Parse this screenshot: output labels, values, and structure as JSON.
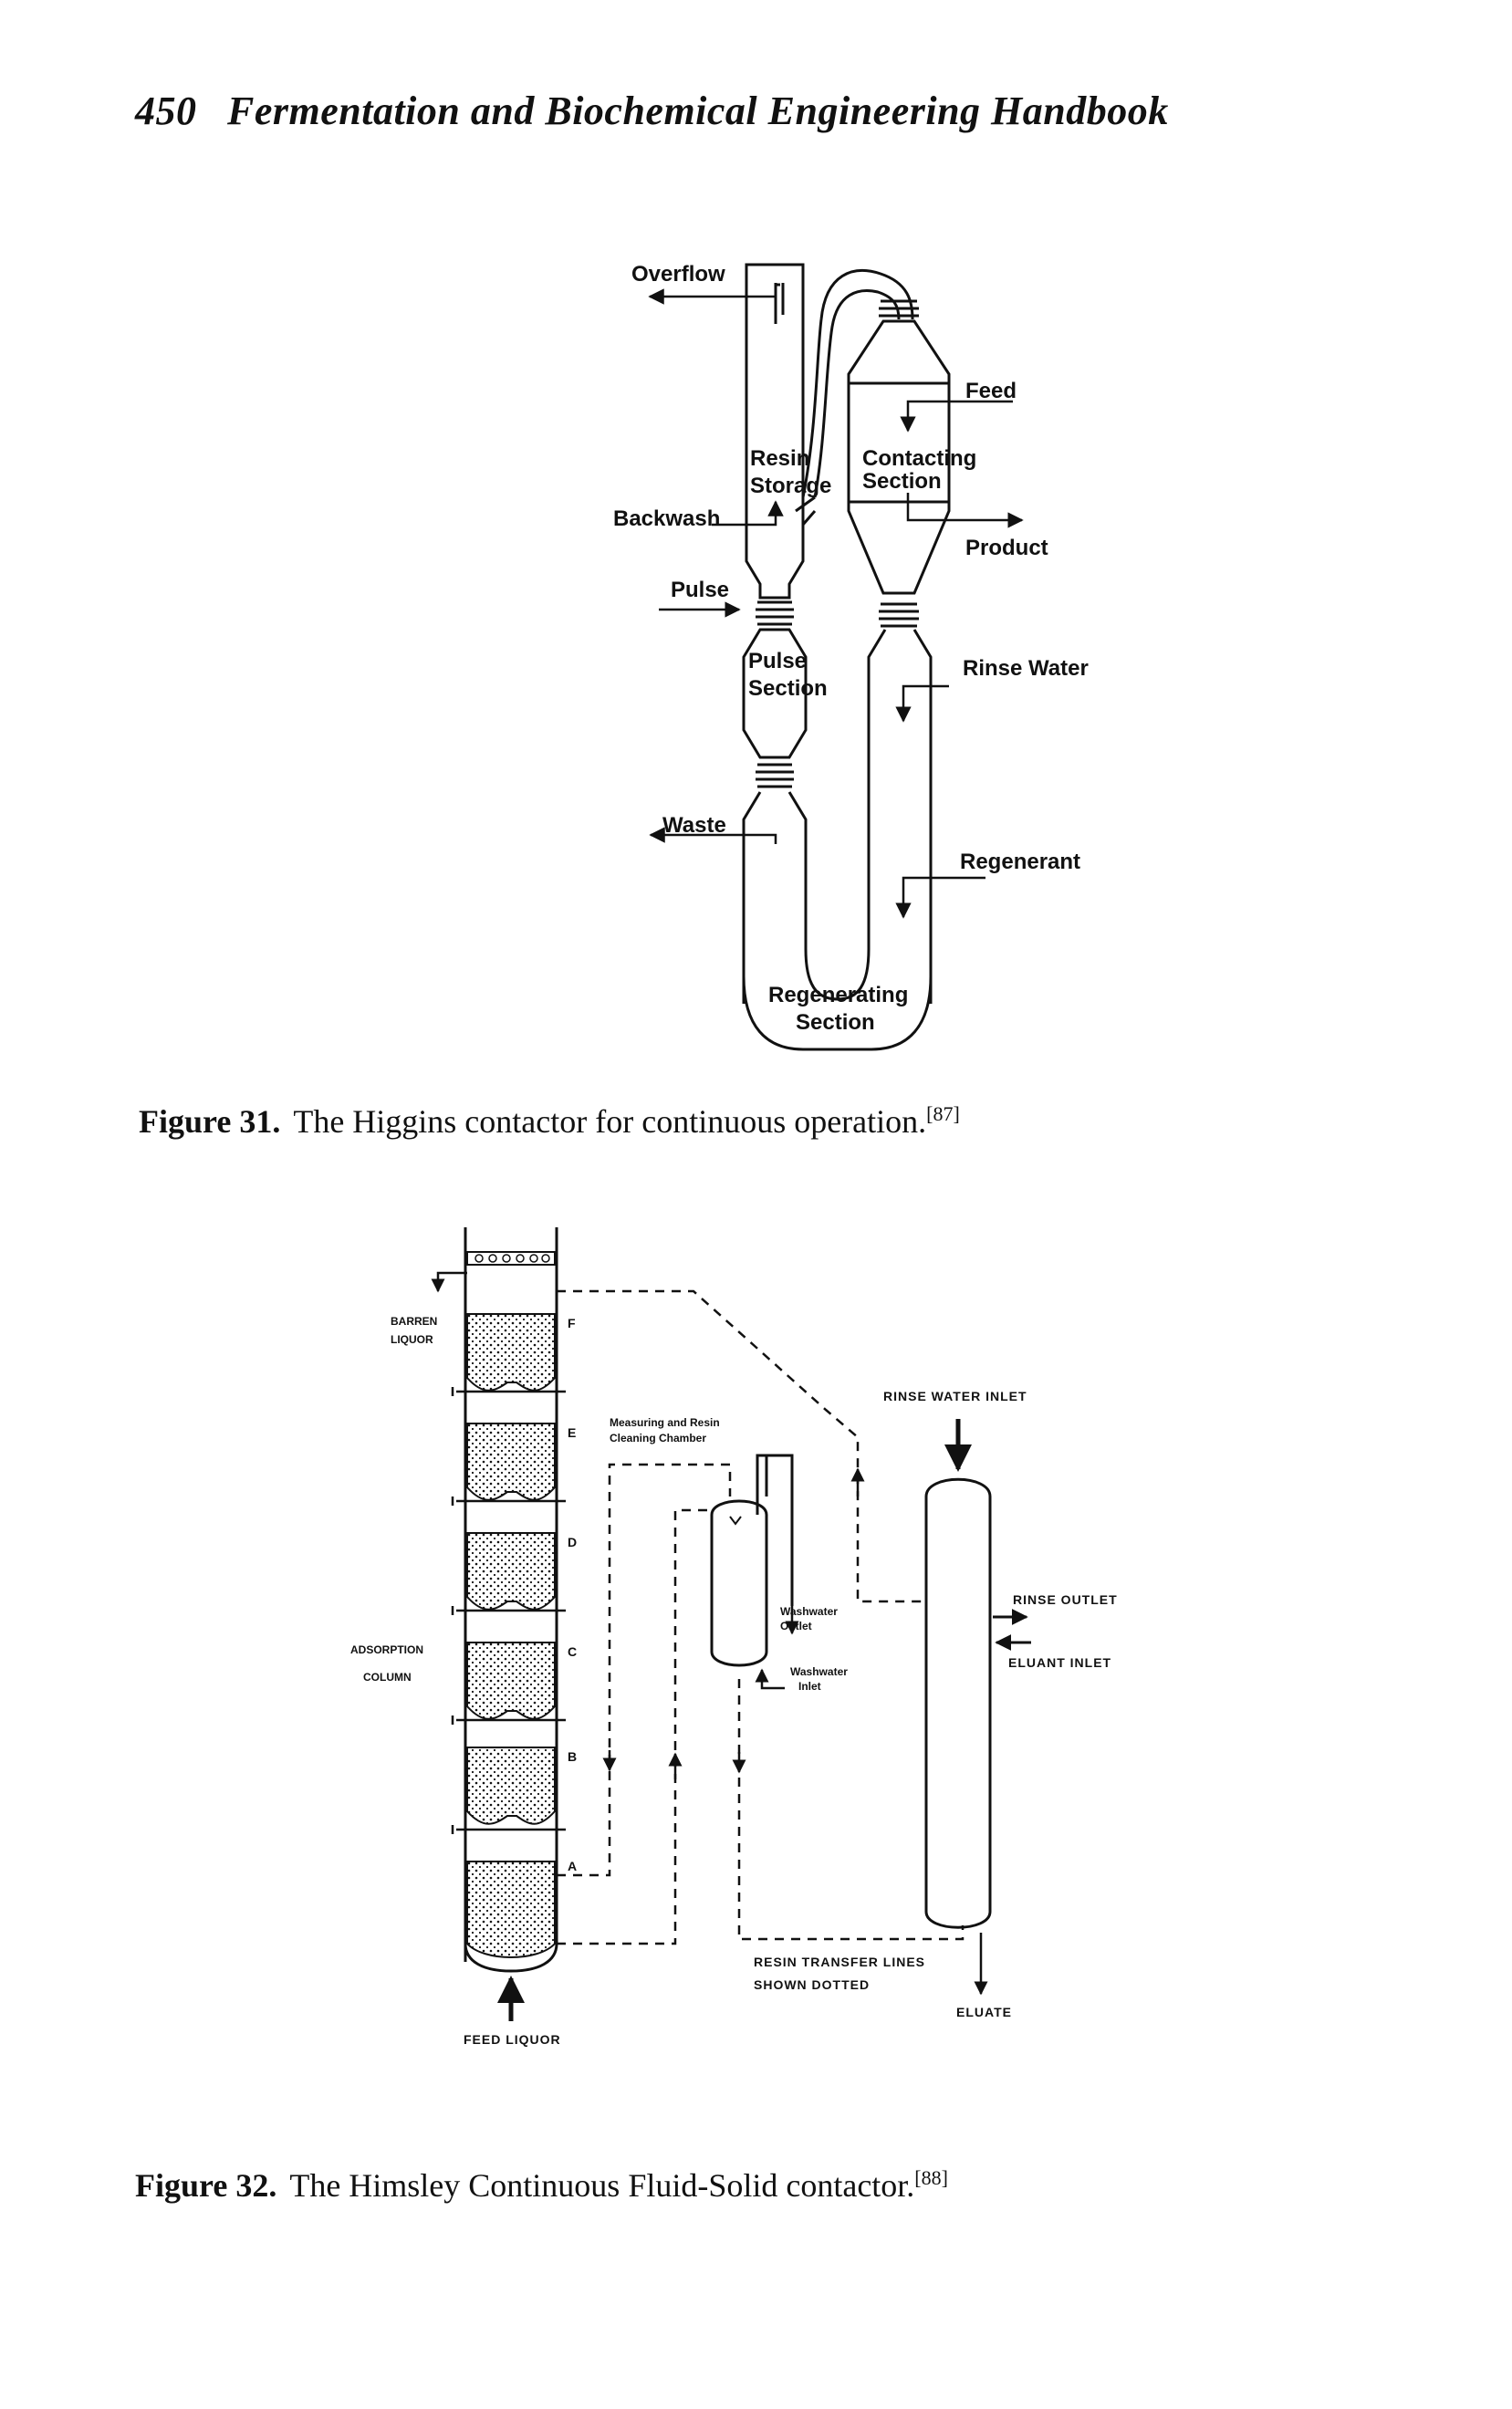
{
  "header": {
    "page_number": "450",
    "title": "Fermentation and Biochemical Engineering Handbook"
  },
  "figure31": {
    "caption_label": "Figure 31.",
    "caption_text": "The Higgins contactor for continuous operation.",
    "caption_ref": "[87]",
    "labels": {
      "overflow": "Overflow",
      "feed": "Feed",
      "resin": "Resin",
      "storage": "Storage",
      "contacting": "Contacting",
      "section_a": "Section",
      "backwash": "Backwash",
      "product": "Product",
      "pulse": "Pulse",
      "pulse_s": "Pulse",
      "section_b": "Section",
      "rinse_water": "Rinse Water",
      "waste": "Waste",
      "regenerant": "Regenerant",
      "regenerating": "Regenerating",
      "section_c": "Section"
    }
  },
  "figure32": {
    "caption_label": "Figure 32.",
    "caption_text": "The Himsley Continuous Fluid-Solid contactor.",
    "caption_ref": "[88]",
    "labels": {
      "barren_1": "BARREN",
      "barren_2": "LIQUOR",
      "stage_f": "F",
      "stage_e": "E",
      "stage_d": "D",
      "stage_c": "C",
      "stage_b": "B",
      "stage_a": "A",
      "rinse_water_inlet": "RINSE WATER INLET",
      "measuring_1": "Measuring and Resin",
      "measuring_2": "Cleaning Chamber",
      "adsorption_1": "ADSORPTION",
      "adsorption_2": "COLUMN",
      "washwater_outlet_1": "Washwater",
      "washwater_outlet_2": "Outlet",
      "washwater_inlet_1": "Washwater",
      "washwater_inlet_2": "Inlet",
      "rinse_outlet": "RINSE OUTLET",
      "eluant_inlet": "ELUANT INLET",
      "resin_transfer_1": "RESIN TRANSFER LINES",
      "resin_transfer_2": "SHOWN DOTTED",
      "eluate": "ELUATE",
      "feed_liquor": "FEED LIQUOR"
    }
  }
}
